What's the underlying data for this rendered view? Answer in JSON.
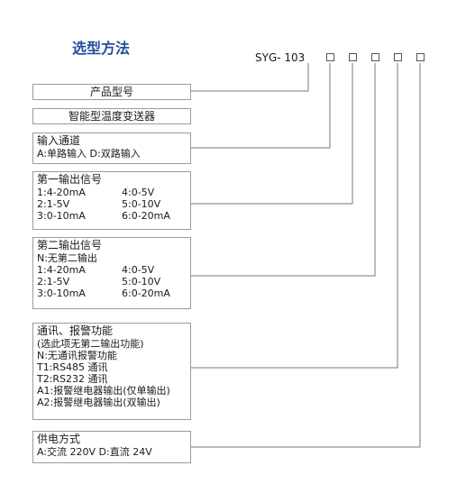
{
  "title": "选型方法",
  "model_code": "SYG- 103",
  "boxes": {
    "product_model": "产品型号",
    "product_name": "智能型温度变送器",
    "input_channel": {
      "head": "输入通道",
      "line1": "A:单路输入  D:双路输入"
    },
    "output1": {
      "head": "第一输出信号",
      "rows": [
        [
          "1:4-20mA",
          "4:0-5V"
        ],
        [
          "2:1-5V",
          "5:0-10V"
        ],
        [
          "3:0-10mA",
          "6:0-20mA"
        ]
      ]
    },
    "output2": {
      "head": "第二输出信号",
      "note": "N:无第二输出",
      "rows": [
        [
          "1:4-20mA",
          "4:0-5V"
        ],
        [
          "2:1-5V",
          "5:0-10V"
        ],
        [
          "3:0-10mA",
          "6:0-20mA"
        ]
      ]
    },
    "comm": {
      "head": "通讯、报警功能",
      "lines": [
        "(选此项无第二输出功能)",
        "N:无通讯报警功能",
        "T1:RS485 通讯",
        "T2:RS232 通讯",
        "A1:报警继电器输出(仅单输出)",
        "A2:报警继电器输出(双输出)"
      ]
    },
    "power": {
      "head": "供电方式",
      "line1": "A:交流 220V  D:直流 24V"
    }
  },
  "colors": {
    "title": "#1f4e9c",
    "border": "#9a9a9a",
    "line": "#777777"
  }
}
